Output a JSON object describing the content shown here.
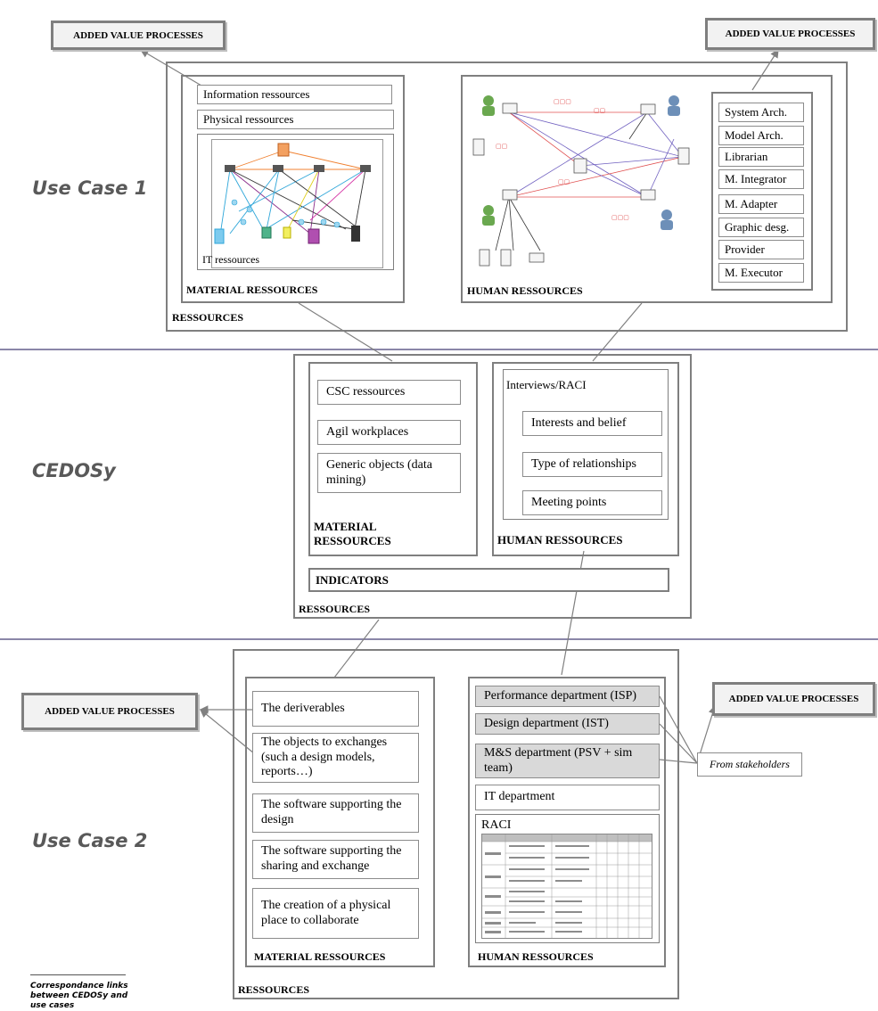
{
  "labels": {
    "avp": "ADDED VALUE PROCESSES",
    "material": "MATERIAL RESSOURCES",
    "human": "HUMAN RESSOURCES",
    "ressources": "RESSOURCES",
    "indicators": "INDICATORS"
  },
  "use_case_1": {
    "title": "Use Case 1",
    "material_items": [
      "Information ressources",
      "Physical ressources"
    ],
    "it_label": "IT ressources",
    "roles": [
      "System Arch.",
      "Model Arch.",
      "Librarian",
      "M. Integrator",
      "M. Adapter",
      "Graphic desg.",
      "Provider",
      "M. Executor"
    ]
  },
  "cedosy": {
    "title": "CEDOSy",
    "material_items": [
      "CSC ressources",
      "Agil workplaces",
      "Generic objects (data mining)"
    ],
    "material_label": "MATERIAL RESSOURCES",
    "interviews_title": "Interviews/RACI",
    "human_items": [
      "Interests and belief",
      "Type of relationships",
      "Meeting points"
    ]
  },
  "use_case_2": {
    "title": "Use Case 2",
    "material_items": [
      "The deriverables",
      "The objects to exchanges (such a design models, reports…)",
      "The software supporting the design",
      "The software supporting the sharing and exchange",
      "The creation of a physical place to  collaborate"
    ],
    "departments": [
      "Performance department (ISP)",
      "Design department (IST)",
      "M&S department (PSV + sim team)",
      "IT department"
    ],
    "raci_title": "RACI",
    "stakeholders": "From stakeholders"
  },
  "footnote": "Correspondance links between CEDOSy and use cases",
  "colors": {
    "frame": "#7f7f7f",
    "separator": "#8a86a8",
    "usecase_text": "#595959",
    "dept_fill": "#d9d9d9",
    "link": "#808080"
  },
  "icons": [
    "network-diagram-image",
    "stakeholder-network-image",
    "raci-table-image"
  ]
}
